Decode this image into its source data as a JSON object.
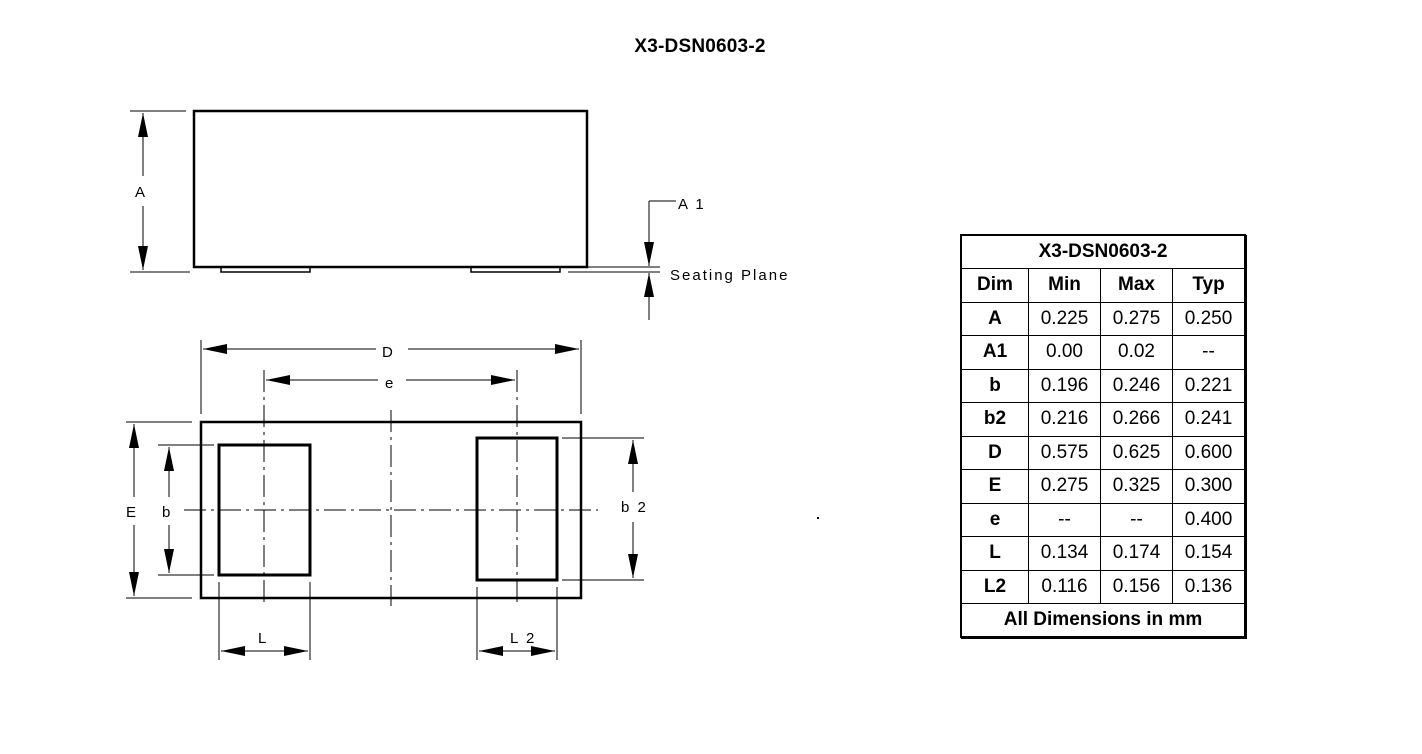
{
  "title": "X3-DSN0603-2",
  "drawing": {
    "side_view": {
      "label_A": "A",
      "label_A1": "A 1",
      "label_seating": "Seating Plane"
    },
    "bottom_view": {
      "label_D": "D",
      "label_e": "e",
      "label_E": "E",
      "label_b": "b",
      "label_b2": "b 2",
      "label_L": "L",
      "label_L2": "L 2"
    }
  },
  "table": {
    "title": "X3-DSN0603-2",
    "headers": [
      "Dim",
      "Min",
      "Max",
      "Typ"
    ],
    "rows": [
      [
        "A",
        "0.225",
        "0.275",
        "0.250"
      ],
      [
        "A1",
        "0.00",
        "0.02",
        "--"
      ],
      [
        "b",
        "0.196",
        "0.246",
        "0.221"
      ],
      [
        "b2",
        "0.216",
        "0.266",
        "0.241"
      ],
      [
        "D",
        "0.575",
        "0.625",
        "0.600"
      ],
      [
        "E",
        "0.275",
        "0.325",
        "0.300"
      ],
      [
        "e",
        "--",
        "--",
        "0.400"
      ],
      [
        "L",
        "0.134",
        "0.174",
        "0.154"
      ],
      [
        "L2",
        "0.116",
        "0.156",
        "0.136"
      ]
    ],
    "footer": "All Dimensions in mm"
  }
}
